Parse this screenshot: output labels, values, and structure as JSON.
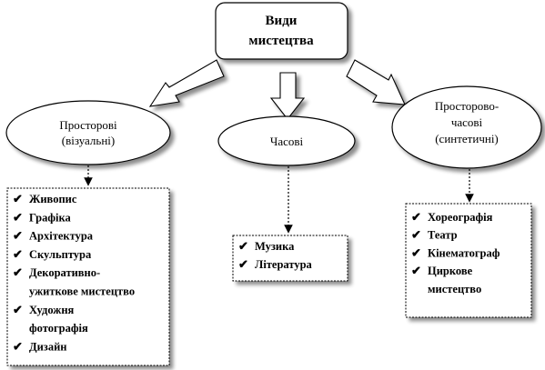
{
  "root": {
    "lines": [
      "Види",
      "мистецтва"
    ]
  },
  "categories": [
    {
      "lines": [
        "Просторові",
        "(візуальні)"
      ],
      "items": [
        [
          "Живопис"
        ],
        [
          "Графіка"
        ],
        [
          "Архітектура"
        ],
        [
          "Скульптура"
        ],
        [
          "Декоративно-",
          "ужиткове мистецтво"
        ],
        [
          "Художня",
          "фотографія"
        ],
        [
          "Дизайн"
        ]
      ]
    },
    {
      "lines": [
        "Часові"
      ],
      "items": [
        [
          "Музика"
        ],
        [
          "Література"
        ]
      ]
    },
    {
      "lines": [
        "Просторово-",
        "часові",
        "(синтетичні)"
      ],
      "items": [
        [
          "Хореографія"
        ],
        [
          "Театр"
        ],
        [
          "Кінематограф"
        ],
        [
          "Циркове",
          "мистецтво"
        ]
      ]
    }
  ],
  "check_glyph": "✔",
  "colors": {
    "line": "#000000",
    "shadow": "#b3b3b3",
    "fill": "#ffffff"
  }
}
